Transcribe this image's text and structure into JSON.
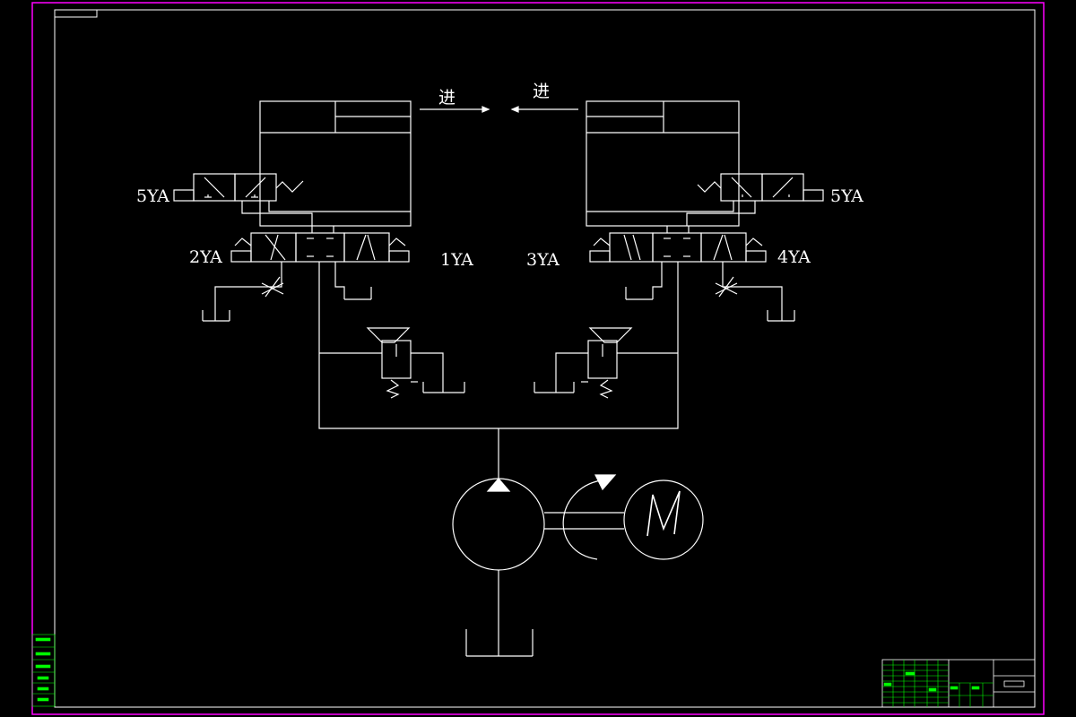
{
  "diagram": {
    "labels": {
      "sol_5ya_left": "5YA",
      "sol_5ya_right": "5YA",
      "sol_2ya": "2YA",
      "sol_1ya": "1YA",
      "sol_3ya": "3YA",
      "sol_4ya": "4YA",
      "feed_left": "进",
      "feed_right": "进"
    },
    "motor_letter": "M",
    "colors": {
      "background": "#000000",
      "linework": "#ffffff",
      "border": "#ff00ff",
      "titleblock": "#00ff00"
    }
  }
}
